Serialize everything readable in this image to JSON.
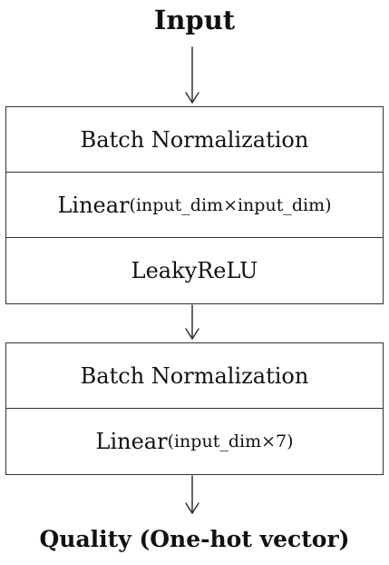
{
  "input_label": "Input",
  "output_label": "Quality (One-hot vector)",
  "block1": {
    "layers": [
      {
        "main": "Batch Normalization",
        "args": ""
      },
      {
        "main": "Linear",
        "args": "(input_dim×input_dim)"
      },
      {
        "main": "LeakyReLU",
        "args": ""
      }
    ]
  },
  "block2": {
    "layers": [
      {
        "main": "Batch Normalization",
        "args": ""
      },
      {
        "main": "Linear",
        "args": "(input_dim×7)"
      }
    ]
  },
  "colors": {
    "line": "#333333",
    "text": "#111111",
    "background": "#ffffff"
  }
}
